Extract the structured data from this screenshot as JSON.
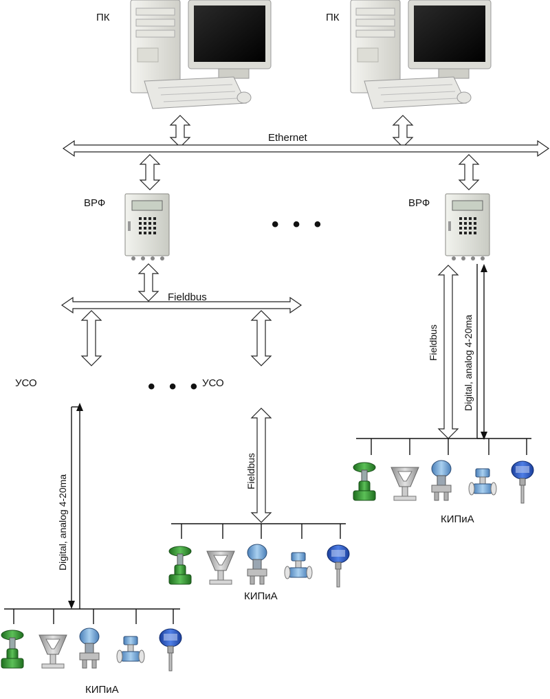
{
  "labels": {
    "pc_left": "ПК",
    "pc_right": "ПК",
    "ethernet": "Ethernet",
    "vrf_left": "ВРФ",
    "vrf_right": "ВРФ",
    "fieldbus_h": "Fieldbus",
    "uso_left": "УСО",
    "uso_mid": "УСО",
    "fieldbus_mid_v": "Fieldbus",
    "fieldbus_right_v": "Fieldbus",
    "digital_left": "Digital, analog 4-20ma",
    "digital_right": "Digital, analog 4-20ma",
    "kip_left": "КИПиА",
    "kip_mid": "КИПиА",
    "kip_right": "КИПиА",
    "ellipsis_top": "• • •",
    "ellipsis_mid": "• • •"
  },
  "colors": {
    "device_green": "#3f9a3a",
    "device_blue": "#2f5fd0",
    "device_light_blue": "#7fb0e0",
    "device_gray": "#b8b8b8",
    "cabinet": "#e4e6df"
  }
}
